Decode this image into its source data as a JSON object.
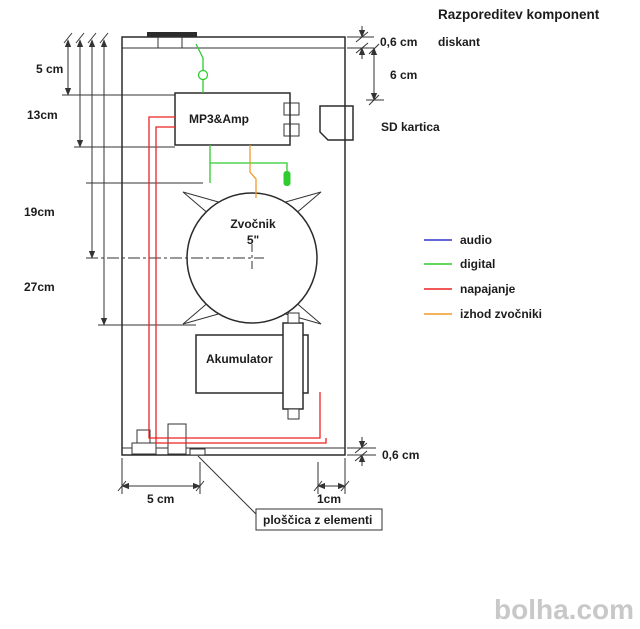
{
  "title": "Razporeditev komponent",
  "watermark": "bolha.com",
  "components": {
    "tweeter": "diskant",
    "amp": "MP3&Amp",
    "sd_card": "SD kartica",
    "speaker_name": "Zvočnik",
    "speaker_size": "5\"",
    "battery": "Akumulator",
    "board": "ploščica z elementi"
  },
  "dimensions": {
    "top_panel": "0,6 cm",
    "tweeter_offset": "6 cm",
    "left_a": "5 cm",
    "left_b": "13cm",
    "left_c": "19cm",
    "left_d": "27cm",
    "bottom_panel": "0,6 cm",
    "bottom_left": "5 cm",
    "bottom_right": "1cm"
  },
  "legend": {
    "items": [
      {
        "label": "audio",
        "color": "#3333cc"
      },
      {
        "label": "digital",
        "color": "#2ecc2e"
      },
      {
        "label": "napajanje",
        "color": "#ee2222"
      },
      {
        "label": "izhod zvočniki",
        "color": "#f09a2a"
      }
    ]
  },
  "colors": {
    "digital": "#2ecc2e",
    "power": "#ee2222",
    "speaker_out": "#f09a2a",
    "line": "#333333"
  }
}
